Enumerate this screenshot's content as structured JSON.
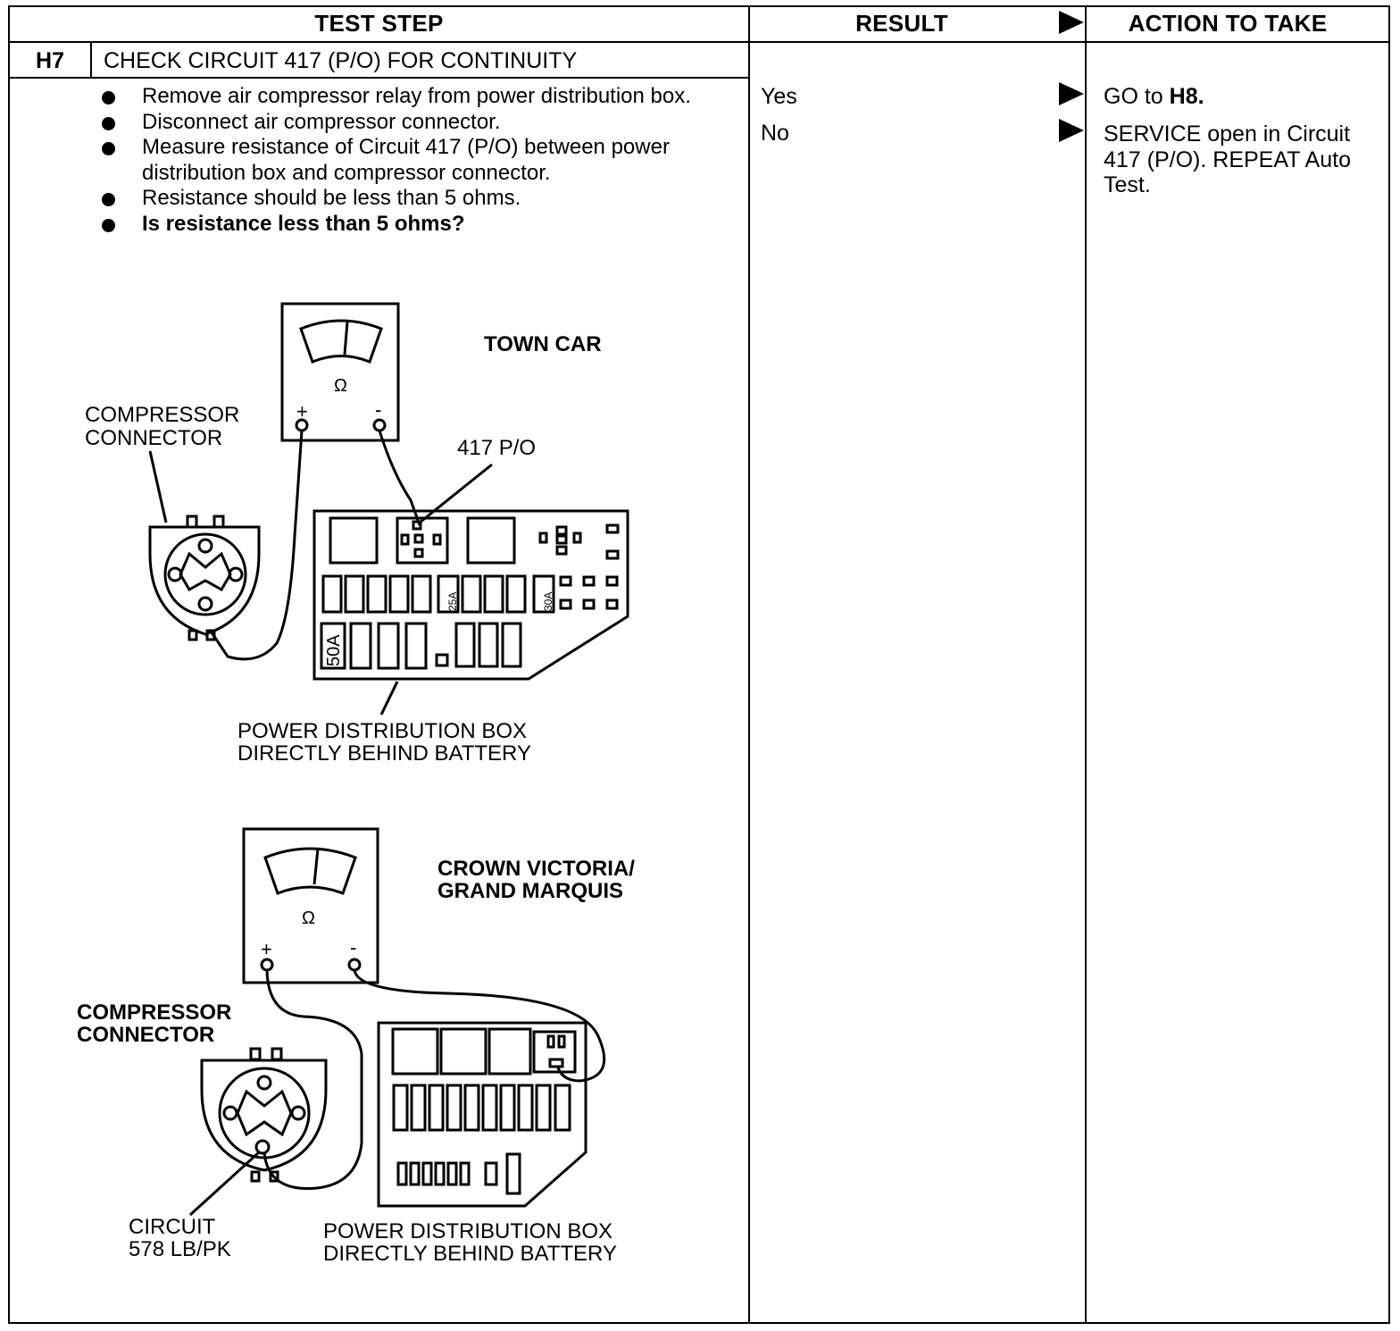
{
  "header": {
    "test_step": "TEST STEP",
    "result": "RESULT",
    "action_to_take": "ACTION TO TAKE"
  },
  "step": {
    "id": "H7",
    "title": "CHECK CIRCUIT 417 (P/O) FOR CONTINUITY",
    "bullets": [
      "Remove air compressor relay from power distribution box.",
      "Disconnect air compressor connector.",
      "Measure resistance of Circuit 417 (P/O) between power distribution box and compressor connector.",
      "Resistance should be less than 5 ohms.",
      "Is resistance less than 5 ohms?"
    ]
  },
  "results": [
    {
      "result": "Yes",
      "action_prefix": "GO to ",
      "action_bold": "H8."
    },
    {
      "result": "No",
      "action": "SERVICE open in Circuit 417 (P/O). REPEAT Auto Test."
    }
  ],
  "figure_town_car": {
    "title": "TOWN CAR",
    "connector_label_1": "COMPRESSOR",
    "connector_label_2": "CONNECTOR",
    "circuit_label": "417 P/O",
    "box_label_1": "POWER DISTRIBUTION BOX",
    "box_label_2": "DIRECTLY BEHIND BATTERY",
    "meter_symbol": "Ω",
    "plus": "+",
    "minus": "-",
    "fuse_25": "25A",
    "fuse_30": "30A",
    "fuse_50": "50A"
  },
  "figure_crown_victoria": {
    "title_1": "CROWN VICTORIA/",
    "title_2": "GRAND MARQUIS",
    "connector_label_1": "COMPRESSOR",
    "connector_label_2": "CONNECTOR",
    "circuit_label_1": "CIRCUIT",
    "circuit_label_2": "578 LB/PK",
    "box_label_1": "POWER DISTRIBUTION BOX",
    "box_label_2": "DIRECTLY BEHIND BATTERY",
    "meter_symbol": "Ω",
    "plus": "+",
    "minus": "-"
  }
}
